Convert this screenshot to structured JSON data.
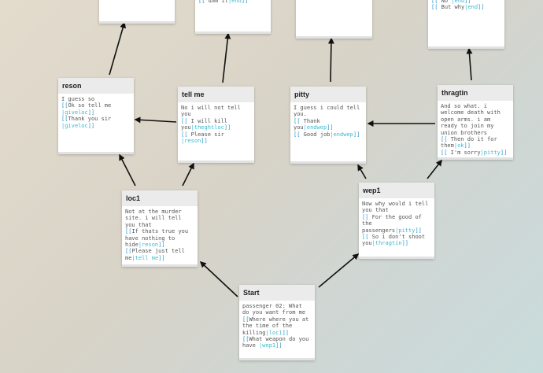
{
  "passages": [
    {
      "id": "top1",
      "title": "",
      "lines": []
    },
    {
      "id": "top2",
      "title": "",
      "lines": [
        [
          [
            "[[ ",
            "br"
          ],
          [
            "dam it",
            ""
          ],
          [
            "|end",
            "lk"
          ],
          [
            "]]",
            "br"
          ]
        ]
      ]
    },
    {
      "id": "top3",
      "title": "",
      "lines": []
    },
    {
      "id": "top4",
      "title": "",
      "lines": [
        [
          [
            "[[ ",
            "br"
          ],
          [
            "No ",
            ""
          ],
          [
            "|end",
            "lk"
          ],
          [
            "]]",
            "br"
          ]
        ],
        [
          [
            "[[ ",
            "br"
          ],
          [
            "But why",
            ""
          ],
          [
            "|end",
            "lk"
          ],
          [
            "]]",
            "br"
          ]
        ]
      ]
    },
    {
      "id": "reson",
      "title": "reson",
      "lines": [
        [
          [
            "I guess so",
            ""
          ]
        ],
        [
          [
            "[[",
            "br"
          ],
          [
            "Ok so tell me ",
            ""
          ],
          [
            "|giveloc",
            "lk"
          ],
          [
            "]]",
            "br"
          ]
        ],
        [
          [
            "[[",
            "br"
          ],
          [
            "Thank you sir ",
            ""
          ],
          [
            "|giveloc",
            "lk"
          ],
          [
            "]]",
            "br"
          ]
        ]
      ]
    },
    {
      "id": "tellme",
      "title": "tell me",
      "lines": [
        [
          [
            "No i will not tell you",
            ""
          ]
        ],
        [
          [
            "[[ ",
            "br"
          ],
          [
            "I will kill you",
            ""
          ],
          [
            "|theghtloc",
            "lk"
          ],
          [
            "]]",
            "br"
          ]
        ],
        [
          [
            "[[ ",
            "br"
          ],
          [
            "Please sir ",
            ""
          ],
          [
            "|reson",
            "lk"
          ],
          [
            "]]",
            "br"
          ]
        ]
      ]
    },
    {
      "id": "pitty",
      "title": "pitty",
      "lines": [
        [
          [
            "I guess i could tell you.",
            ""
          ]
        ],
        [
          [
            "[[ ",
            "br"
          ],
          [
            "Thank you",
            ""
          ],
          [
            "|endwep",
            "lk"
          ],
          [
            "]]",
            "br"
          ]
        ],
        [
          [
            "[[ ",
            "br"
          ],
          [
            "Good job",
            ""
          ],
          [
            "|endwep",
            "lk"
          ],
          [
            "]]",
            "br"
          ]
        ]
      ]
    },
    {
      "id": "thragtin",
      "title": "thragtin",
      "lines": [
        [
          [
            "And so what. i welcome death with open arms. i am ready to join my union brothers",
            ""
          ]
        ],
        [
          [
            "[[ ",
            "br"
          ],
          [
            "Then do it for them",
            ""
          ],
          [
            "|ok",
            "lk"
          ],
          [
            "]]",
            "br"
          ]
        ],
        [
          [
            "[[ ",
            "br"
          ],
          [
            "I'm sorry",
            ""
          ],
          [
            "|pitty",
            "lk"
          ],
          [
            "]]",
            "br"
          ]
        ]
      ]
    },
    {
      "id": "loc1",
      "title": "loc1",
      "lines": [
        [
          [
            "Not at the murder site. i will tell you that",
            ""
          ]
        ],
        [
          [
            "[[",
            "br"
          ],
          [
            "If thats true you have nothing to hide",
            ""
          ],
          [
            "|reson",
            "lk"
          ],
          [
            "]]",
            "br"
          ]
        ],
        [
          [
            "[[",
            "br"
          ],
          [
            "Please just tell me",
            ""
          ],
          [
            "|tell me",
            "lk"
          ],
          [
            "]]",
            "br"
          ]
        ]
      ]
    },
    {
      "id": "wep1",
      "title": "wep1",
      "lines": [
        [
          [
            "Now why would i tell you that",
            ""
          ]
        ],
        [
          [
            "[[ ",
            "br"
          ],
          [
            "For the good of the passengers",
            ""
          ],
          [
            "|pitty",
            "lk"
          ],
          [
            "]]",
            "br"
          ]
        ],
        [
          [
            "[[ ",
            "br"
          ],
          [
            "So i don't shoot you",
            ""
          ],
          [
            "|thragtin",
            "lk"
          ],
          [
            "]]",
            "br"
          ]
        ]
      ]
    },
    {
      "id": "start",
      "title": "Start",
      "lines": [
        [
          [
            "passenger 02: What do you want from me",
            ""
          ]
        ],
        [
          [
            "[[",
            "br"
          ],
          [
            "Where where you at the time of the killing",
            ""
          ],
          [
            "|loc1",
            "lk"
          ],
          [
            "]]",
            "br"
          ]
        ],
        [
          [
            "[[",
            "br"
          ],
          [
            "What weapon do you have ",
            ""
          ],
          [
            "|wep1",
            "lk"
          ],
          [
            "]]",
            "br"
          ]
        ]
      ]
    }
  ]
}
